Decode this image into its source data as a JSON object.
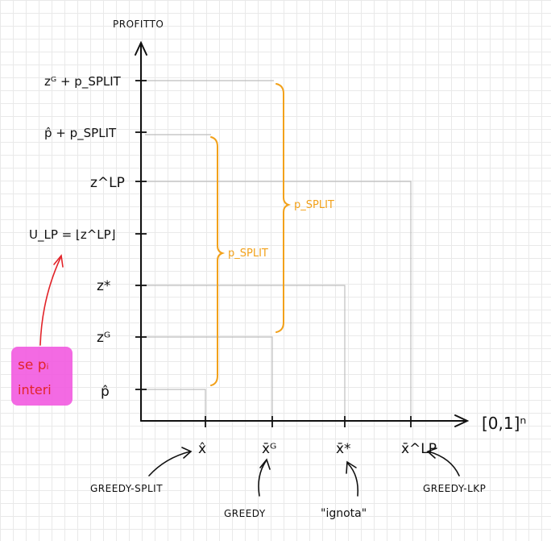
{
  "diagram": {
    "y_axis_label": "PROFITTO",
    "x_axis_label": "[0,1]ⁿ",
    "y_levels": [
      {
        "id": "p-hat",
        "label": "p̂"
      },
      {
        "id": "z-g",
        "label": "zᴳ"
      },
      {
        "id": "z-star",
        "label": "z*"
      },
      {
        "id": "u-lp",
        "label": "U_LP = ⌊z^LP⌋"
      },
      {
        "id": "z-lp",
        "label": "z^LP"
      },
      {
        "id": "p-hat-plus-split",
        "label": "p̂ + p_SPLIT"
      },
      {
        "id": "z-g-plus-split",
        "label": "zᴳ + p_SPLIT"
      }
    ],
    "x_points": [
      {
        "id": "x-hat",
        "label": "x̂",
        "caption": "GREEDY-SPLIT"
      },
      {
        "id": "x-bar-g",
        "label": "x̄ᴳ",
        "caption": "GREEDY"
      },
      {
        "id": "x-bar-star",
        "label": "x̄*",
        "caption": "\"ignota\""
      },
      {
        "id": "x-bar-lp",
        "label": "x̄^LP",
        "caption": "GREEDY-LKP"
      }
    ],
    "braces": [
      {
        "id": "brace-inner",
        "label": "p_SPLIT",
        "color": "#f2a11a"
      },
      {
        "id": "brace-outer",
        "label": "p_SPLIT",
        "color": "#f2a11a"
      }
    ],
    "note": {
      "lines": [
        "se pᵢ",
        "interi"
      ],
      "color": "#e2242a",
      "highlight": "#f25ae0"
    }
  }
}
